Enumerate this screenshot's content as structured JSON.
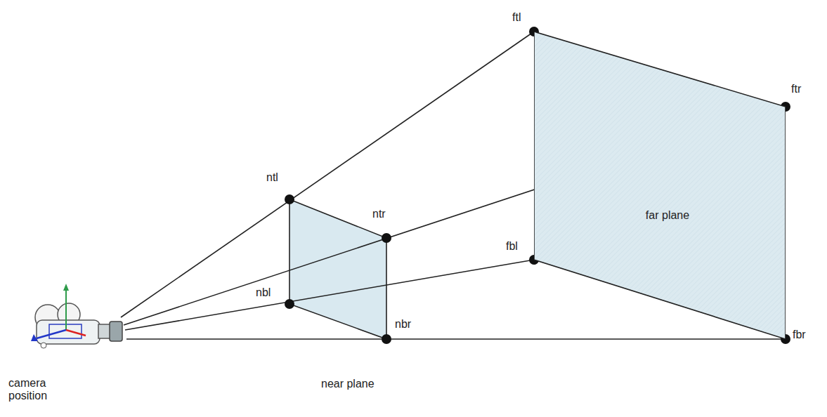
{
  "diagram": {
    "nodes": [
      {
        "text": [
          "far plane"
        ]
      }
    ],
    "labels": [
      "ftl",
      "ntl",
      "ftr",
      "ntr",
      "fbl",
      "nbl",
      "nbr",
      "fbr",
      "camera position",
      "near plane"
    ]
  }
}
